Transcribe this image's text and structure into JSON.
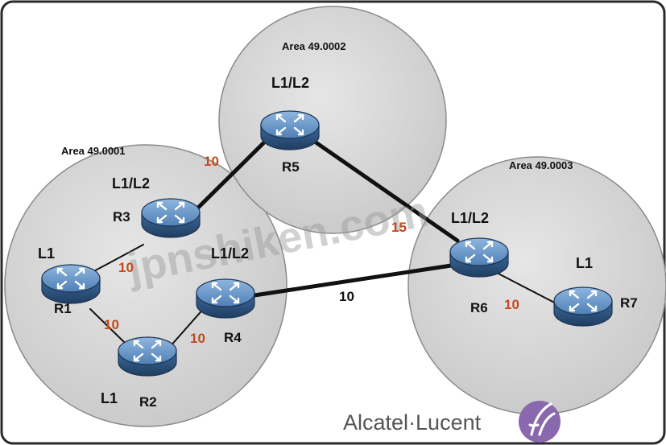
{
  "areas": [
    {
      "id": "area-49-0001",
      "label": "Area 49.0001"
    },
    {
      "id": "area-49-0002",
      "label": "Area 49.0002"
    },
    {
      "id": "area-49-0003",
      "label": "Area 49.0003"
    }
  ],
  "routers": [
    {
      "name": "R1",
      "level": "L1"
    },
    {
      "name": "R2",
      "level": "L1"
    },
    {
      "name": "R3",
      "level": "L1/L2"
    },
    {
      "name": "R4",
      "level": "L1/L2"
    },
    {
      "name": "R5",
      "level": "L1/L2"
    },
    {
      "name": "R6",
      "level": "L1/L2"
    },
    {
      "name": "R7",
      "level": "L1"
    }
  ],
  "links": [
    {
      "from": "R1",
      "to": "R3",
      "metric": "10"
    },
    {
      "from": "R1",
      "to": "R2",
      "metric": "10"
    },
    {
      "from": "R2",
      "to": "R4",
      "metric": "10"
    },
    {
      "from": "R3",
      "to": "R5",
      "metric": "10"
    },
    {
      "from": "R5",
      "to": "R6",
      "metric": "15"
    },
    {
      "from": "R4",
      "to": "R6",
      "metric": "10"
    },
    {
      "from": "R6",
      "to": "R7",
      "metric": "10"
    }
  ],
  "watermark": "jpnshiken.com",
  "brand": {
    "name": "Alcatel·Lucent"
  },
  "colors": {
    "area_fill": "#d6d6d6",
    "router_fill": "#4c7fb2",
    "metric": "#c24a1e",
    "link": "#111111"
  }
}
